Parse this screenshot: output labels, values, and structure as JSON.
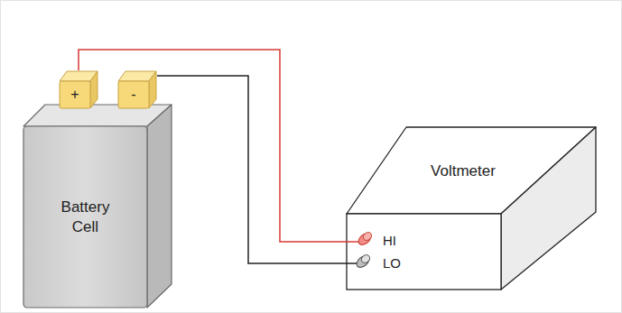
{
  "diagram": {
    "nodes": [
      {
        "text": [
          "Battery Cell"
        ]
      },
      {
        "text": [
          "+"
        ]
      },
      {
        "text": [
          "-"
        ]
      },
      {
        "text": [
          "Voltmeter"
        ]
      }
    ],
    "edges": [
      {
        "from": 1,
        "to": 3,
        "arrow": "none"
      },
      {
        "from": 2,
        "to": 3,
        "arrow": "none"
      }
    ],
    "labels": [
      "HI",
      "LO"
    ]
  }
}
